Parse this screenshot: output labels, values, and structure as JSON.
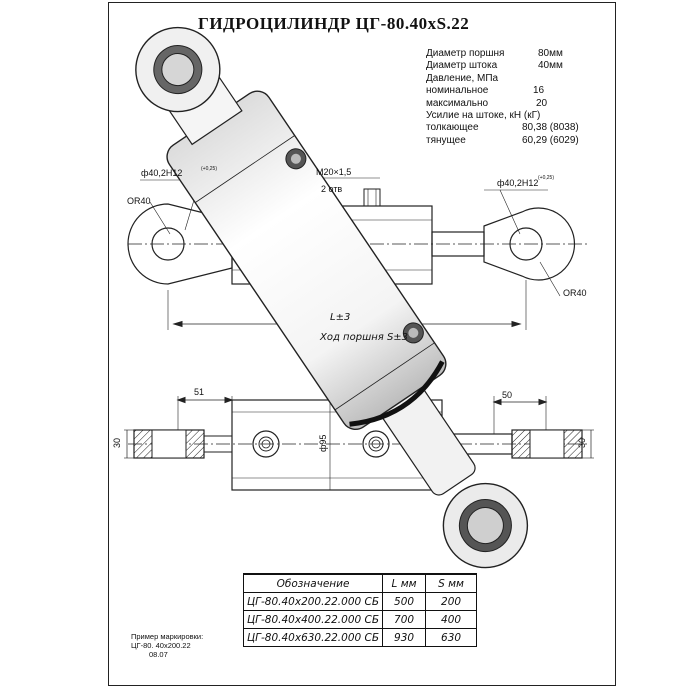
{
  "title": "ГИДРОЦИЛИНДР ЦГ-80.40xS.22",
  "specs": [
    {
      "label": "Диаметр поршня",
      "value": "80мм"
    },
    {
      "label": "Диаметр штока",
      "value": "40мм"
    },
    {
      "label": "Давление, МПа",
      "value": ""
    },
    {
      "label": "номинальное",
      "value": "16"
    },
    {
      "label": "максимально",
      "value": "20"
    },
    {
      "label": "Усилие на штоке, кН (кГ)",
      "value": ""
    },
    {
      "label": "толкающее",
      "value": "80,38 (8038)"
    },
    {
      "label": "тянущее",
      "value": "60,29 (6029)"
    }
  ],
  "dimensions": {
    "hole_left": "ф40,2H12",
    "hole_left_tol": "(+0,25)",
    "hole_right": "ф40,2H12",
    "hole_right_tol": "(+0,25)",
    "radius_left": "ОR40",
    "radius_right": "ОR40",
    "thread": "M20×1,5",
    "holes": "2 отв",
    "length": "L±3",
    "stroke": "Ход поршня S±3",
    "left_eye": "51",
    "right_eye": "50",
    "thickness_left": "30",
    "thickness_right": "30",
    "body_diameter": "ф95"
  },
  "table": {
    "headers": [
      "Обозначение",
      "L мм",
      "S мм"
    ],
    "rows": [
      [
        "ЦГ-80.40х200.22.000 СБ",
        "500",
        "200"
      ],
      [
        "ЦГ-80.40х400.22.000 СБ",
        "700",
        "400"
      ],
      [
        "ЦГ-80.40х630.22.000 СБ",
        "930",
        "630"
      ]
    ]
  },
  "marking": {
    "label": "Пример маркировки:",
    "code": "ЦГ-80. 40х200.22",
    "date": "08.07"
  }
}
